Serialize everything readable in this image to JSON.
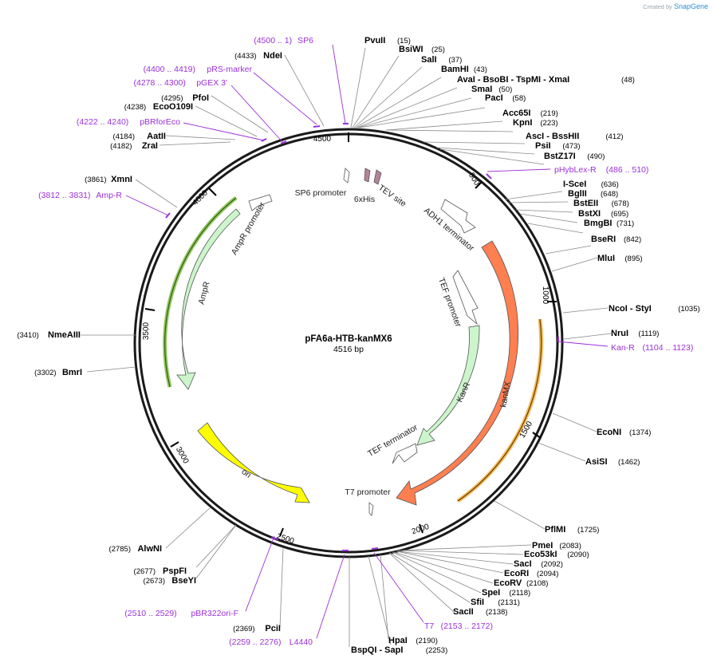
{
  "credit": {
    "prefix": "Created by",
    "brand": "SnapGene"
  },
  "plasmid": {
    "name": "pFA6a-HTB-kanMX6",
    "length_label": "4516 bp"
  },
  "colors": {
    "backbone": "#1a1a1a",
    "primer": "#9b30d9",
    "ampR_fill": "#ccf5cc",
    "kanMX_fill": "#ff7f50",
    "ori_fill": "#ffff00",
    "kanR_fill": "#ccf5cc",
    "promoter_fill": "#ffffff",
    "tag_fill": "#b5839a"
  },
  "ticks": [
    "500",
    "1000",
    "1500",
    "2000",
    "2500",
    "3000",
    "3500",
    "4000",
    "4500"
  ],
  "enzymes": [
    {
      "name": "PvuII",
      "pos": "(15)"
    },
    {
      "name": "BsiWI",
      "pos": "(25)"
    },
    {
      "name": "SalI",
      "pos": "(37)"
    },
    {
      "name": "BamHI",
      "pos": "(43)"
    },
    {
      "name": "AvaI  - BsoBI  - TspMI  - XmaI",
      "pos": "(48)"
    },
    {
      "name": "SmaI",
      "pos": "(50)"
    },
    {
      "name": "PacI",
      "pos": "(58)"
    },
    {
      "name": "Acc65I",
      "pos": "(219)"
    },
    {
      "name": "KpnI",
      "pos": "(223)"
    },
    {
      "name": "AscI  - BssHII",
      "pos": "(412)"
    },
    {
      "name": "PsiI",
      "pos": "(473)"
    },
    {
      "name": "BstZ17I",
      "pos": "(490)"
    },
    {
      "name": "I-SceI",
      "pos": "(636)"
    },
    {
      "name": "BglII",
      "pos": "(648)"
    },
    {
      "name": "BstEII",
      "pos": "(678)"
    },
    {
      "name": "BstXI",
      "pos": "(695)"
    },
    {
      "name": "BmgBI",
      "pos": "(731)"
    },
    {
      "name": "BseRI",
      "pos": "(842)"
    },
    {
      "name": "MluI",
      "pos": "(895)"
    },
    {
      "name": "NcoI  - StyI",
      "pos": "(1035)"
    },
    {
      "name": "NruI",
      "pos": "(1119)"
    },
    {
      "name": "EcoNI",
      "pos": "(1374)"
    },
    {
      "name": "AsiSI",
      "pos": "(1462)"
    },
    {
      "name": "PflMI",
      "pos": "(1725)"
    },
    {
      "name": "PmeI",
      "pos": "(2083)"
    },
    {
      "name": "Eco53kI",
      "pos": "(2090)"
    },
    {
      "name": "SacI",
      "pos": "(2092)"
    },
    {
      "name": "EcoRI",
      "pos": "(2094)"
    },
    {
      "name": "EcoRV",
      "pos": "(2108)"
    },
    {
      "name": "SpeI",
      "pos": "(2118)"
    },
    {
      "name": "SfiI",
      "pos": "(2131)"
    },
    {
      "name": "SacII",
      "pos": "(2138)"
    },
    {
      "name": "HpaI",
      "pos": "(2190)"
    },
    {
      "name": "BspQI  - SapI",
      "pos": "(2253)"
    },
    {
      "name": "PciI",
      "pos": "(2369)"
    },
    {
      "name": "BseYI",
      "pos": "(2673)"
    },
    {
      "name": "PspFI",
      "pos": "(2677)"
    },
    {
      "name": "AlwNI",
      "pos": "(2785)"
    },
    {
      "name": "BmrI",
      "pos": "(3302)"
    },
    {
      "name": "NmeAIII",
      "pos": "(3410)"
    },
    {
      "name": "XmnI",
      "pos": "(3861)"
    },
    {
      "name": "ZraI",
      "pos": "(4182)"
    },
    {
      "name": "AatII",
      "pos": "(4184)"
    },
    {
      "name": "EcoO109I",
      "pos": "(4238)"
    },
    {
      "name": "PfoI",
      "pos": "(4295)"
    },
    {
      "name": "NdeI",
      "pos": "(4433)"
    }
  ],
  "primers": [
    {
      "name": "SP6",
      "range": "(4500 .. 1)"
    },
    {
      "name": "pRS-marker",
      "range": "(4400 .. 4419)"
    },
    {
      "name": "pGEX 3'",
      "range": "(4278 .. 4300)"
    },
    {
      "name": "pBRforEco",
      "range": "(4222 .. 4240)"
    },
    {
      "name": "Amp-R",
      "range": "(3812 .. 3831)"
    },
    {
      "name": "pHybLex-R",
      "range": "(486 .. 510)"
    },
    {
      "name": "Kan-R",
      "range": "(1104 .. 1123)"
    },
    {
      "name": "T7",
      "range": "(2153 .. 2172)"
    },
    {
      "name": "L4440",
      "range": "(2259 .. 2276)"
    },
    {
      "name": "pBR322ori-F",
      "range": "(2510 .. 2529)"
    }
  ],
  "features": [
    {
      "name": "SP6 promoter"
    },
    {
      "name": "6xHis"
    },
    {
      "name": "TEV site"
    },
    {
      "name": "ADH1 terminator"
    },
    {
      "name": "TEF promoter"
    },
    {
      "name": "kanMX"
    },
    {
      "name": "KanR"
    },
    {
      "name": "TEF terminator"
    },
    {
      "name": "T7 promoter"
    },
    {
      "name": "ori"
    },
    {
      "name": "AmpR"
    },
    {
      "name": "AmpR promoter"
    }
  ]
}
